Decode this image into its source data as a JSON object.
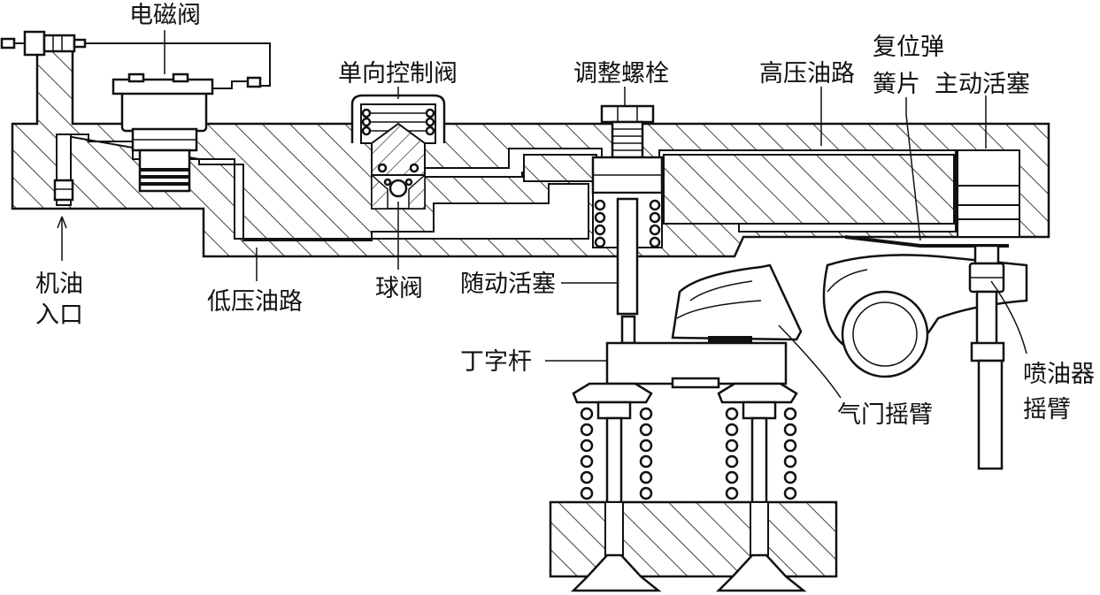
{
  "labels": {
    "solenoid_valve": "电磁阀",
    "check_valve": "单向控制阀",
    "adjust_bolt": "调整螺栓",
    "high_pressure_line": "高压油路",
    "return_spring_1": "复位弹",
    "return_spring_2": "簧片",
    "master_piston": "主动活塞",
    "oil_inlet_1": "机油",
    "oil_inlet_2": "入口",
    "low_pressure_line": "低压油路",
    "ball_valve": "球阀",
    "slave_piston": "随动活塞",
    "crosshead": "丁字杆",
    "valve_rocker": "气门摇臂",
    "injector_rocker_1": "喷油器",
    "injector_rocker_2": "摇臂"
  }
}
